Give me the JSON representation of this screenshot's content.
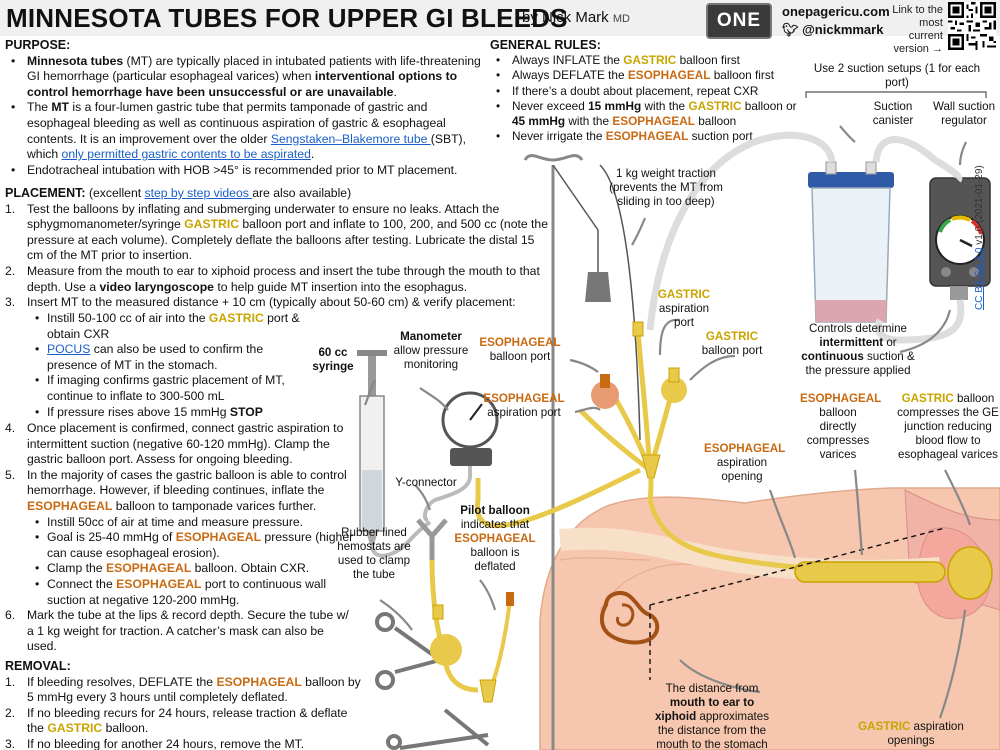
{
  "header": {
    "title": "MINNESOTA TUBES FOR UPPER GI BLEEDS",
    "byline": "by Nick Mark",
    "byline_suffix": "MD",
    "logo_text": "ONE",
    "site": "onepagericu.com",
    "handle": "@nickmmark",
    "link_text": "Link to the most current version →"
  },
  "purpose": {
    "heading": "PURPOSE:",
    "b1_a": "Minnesota tubes",
    "b1_b": " (MT) are typically placed in intubated patients with life-threatening GI hemorrhage (particular esophageal varices) when ",
    "b1_c": "interventional options to control hemorrhage have been unsuccessful or are unavailable",
    "b1_d": ".",
    "b2_a": "The ",
    "b2_b": "MT",
    "b2_c": " is a four-lumen gastric tube that permits tamponade of gastric and esophageal bleeding as well as continuous aspiration of gastric & esophageal contents. It is an improvement over the older ",
    "b2_link1": "Sengstaken–Blakemore tube ",
    "b2_d": "(SBT), which ",
    "b2_link2": "only permitted gastric contents to be aspirated",
    "b2_e": ".",
    "b3": "Endotracheal intubation with HOB >45° is recommended prior to MT placement."
  },
  "placement": {
    "heading": "PLACEMENT:",
    "intro_a": " (excellent ",
    "intro_link": "step by step videos ",
    "intro_b": "are also available)",
    "s1_n": "1.",
    "s1_a": "Test the balloons by inflating and submerging underwater to ensure no leaks. Attach the sphygmomanometer/syringe ",
    "s1_g": "GASTRIC",
    "s1_b": " balloon port and inflate to 100, 200, and 500 cc (note the pressure at each volume). Completely deflate the balloons after testing. Lubricate the distal 15 cm of the MT prior to insertion.",
    "s2_n": "2.",
    "s2_a": "Measure from the mouth to ear to xiphoid process and insert the tube through the mouth to that depth. Use a ",
    "s2_b": "video laryngoscope",
    "s2_c": " to help guide MT insertion into the esophagus.",
    "s3_n": "3.",
    "s3_a": "Insert MT to the measured distance + 10 cm (typically about 50-60 cm) & verify placement:",
    "s3_sub1_a": "Instill 50-100 cc of air into the ",
    "s3_sub1_g": "GASTRIC",
    "s3_sub1_b": " port & obtain CXR",
    "s3_sub2_link": "POCUS",
    "s3_sub2_b": " can also be used to confirm the presence of MT in the stomach.",
    "s3_sub3": "If imaging confirms gastric placement of MT, continue to inflate to 300-500 mL",
    "s3_sub4_a": "If pressure rises above 15 mmHg ",
    "s3_sub4_b": "STOP",
    "s4_n": "4.",
    "s4": "Once placement is confirmed, connect gastric aspiration to intermittent suction (negative 60-120 mmHg). Clamp the gastric balloon port. Assess for ongoing bleeding.",
    "s5_n": "5.",
    "s5_a": "In the majority of cases the gastric balloon is able to control hemorrhage. However, if bleeding continues, inflate the ",
    "s5_e": "ESOPHAGEAL",
    "s5_b": " balloon to tamponade varices further.",
    "s5_sub1": "Instill 50cc of air at time and measure pressure.",
    "s5_sub2_a": "Goal is 25-40 mmHg of ",
    "s5_sub2_e": "ESOPHAGEAL",
    "s5_sub2_b": " pressure (higher can cause esophageal erosion).",
    "s5_sub3_a": "Clamp the ",
    "s5_sub3_e": "ESOPHAGEAL",
    "s5_sub3_b": " balloon. Obtain CXR.",
    "s5_sub4_a": "Connect the ",
    "s5_sub4_e": "ESOPHAGEAL",
    "s5_sub4_b": " port to continuous wall suction at negative 120-200 mmHg.",
    "s6_n": "6.",
    "s6": "Mark the tube at the lips & record depth. Secure the tube w/ a 1 kg weight for traction. A catcher’s mask can also be used."
  },
  "removal": {
    "heading": "REMOVAL:",
    "r1_n": "1.",
    "r1_a": "If bleeding resolves, DEFLATE the ",
    "r1_e": "ESOPHAGEAL",
    "r1_b": " balloon by 5 mmHg every 3 hours until completely deflated.",
    "r2_n": "2.",
    "r2_a": "If no bleeding recurs for 24 hours, release traction & deflate the ",
    "r2_g": "GASTRIC",
    "r2_b": " balloon.",
    "r3_n": "3.",
    "r3": "If no bleeding for another 24 hours, remove the MT."
  },
  "general_rules": {
    "heading": "GENERAL RULES:",
    "r1_a": "Always INFLATE the ",
    "r1_g": "GASTRIC",
    "r1_b": " balloon first",
    "r2_a": "Always DEFLATE the ",
    "r2_e": "ESOPHAGEAL",
    "r2_b": " balloon first",
    "r3": "If there’s a doubt about placement, repeat CXR",
    "r4_a": "Never exceed ",
    "r4_b": "15 mmHg",
    "r4_c": " with the ",
    "r4_g": "GASTRIC",
    "r4_d": " balloon or ",
    "r4_e_val": "45 mmHg",
    "r4_f": " with the ",
    "r4_e": "ESOPHAGEAL",
    "r4_h": " balloon",
    "r5_a": "Never irrigate the ",
    "r5_e": "ESOPHAGEAL",
    "r5_b": " suction port"
  },
  "diagram": {
    "suction_setups": "Use 2 suction setups (1 for each port)",
    "suction_canister": "Suction canister",
    "wall_regulator": "Wall suction regulator",
    "weight_traction": "1 kg weight traction (prevents the MT from sliding in too deep)",
    "controls_a": "Controls determine ",
    "controls_b": "intermittent",
    "controls_c": " or ",
    "controls_d": "continuous",
    "controls_e": " suction & the pressure applied",
    "gastric_asp_port_g": "GASTRIC",
    "gastric_asp_port": "aspiration port",
    "gastric_balloon_port_g": "GASTRIC",
    "gastric_balloon_port": "balloon port",
    "eso_balloon_port_e": "ESOPHAGEAL",
    "eso_balloon_port": "balloon port",
    "eso_asp_port_e": "ESOPHAGEAL",
    "eso_asp_port": "aspiration port",
    "manometer_b": "Manometer",
    "manometer": "allow pressure monitoring",
    "syringe": "60 cc syringe",
    "y_connector": "Y-connector",
    "hemostats": "Rubber lined hemostats are used to clamp the tube",
    "pilot_b": "Pilot balloon",
    "pilot_a": "indicates that",
    "pilot_e": "ESOPHAGEAL",
    "pilot_c": "balloon is deflated",
    "eso_asp_opening_e": "ESOPHAGEAL",
    "eso_asp_opening": "aspiration opening",
    "eso_balloon_e": "ESOPHAGEAL",
    "eso_balloon": "balloon directly compresses varices",
    "gastric_balloon_g": "GASTRIC",
    "gastric_balloon": " balloon compresses the GE junction reducing blood flow to esophageal varices",
    "distance_a": "The distance from ",
    "distance_b": "mouth to ear to xiphoid",
    "distance_c": " approximates the distance from the mouth to the stomach",
    "gastric_openings_g": "GASTRIC",
    "gastric_openings": " aspiration openings",
    "license": "CC BY-SA 3.0",
    "version": "v1.0 (2021-01-29)"
  },
  "colors": {
    "gastric": "#c9a400",
    "esophageal": "#c86a12",
    "link": "#1a5fc9",
    "tube": "#e8c94a",
    "skin": "#f6c7ae",
    "header_bg": "#f0f0f0"
  }
}
